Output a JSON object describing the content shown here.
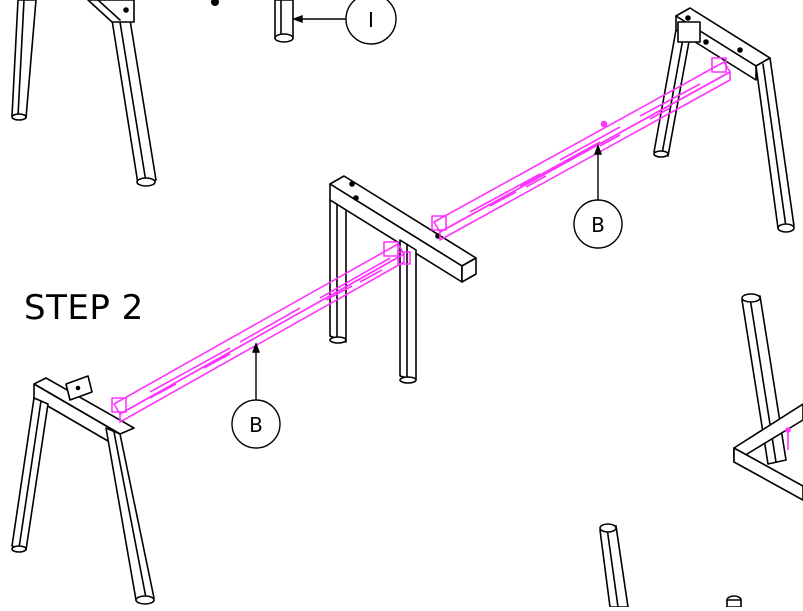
{
  "diagram": {
    "step_label": "STEP 2",
    "callouts": [
      {
        "id": "I",
        "label": "I"
      },
      {
        "id": "B1",
        "label": "B"
      },
      {
        "id": "B2",
        "label": "B"
      }
    ],
    "colors": {
      "line": "#000000",
      "highlight": "#ff33ff",
      "background": "#ffffff"
    }
  }
}
